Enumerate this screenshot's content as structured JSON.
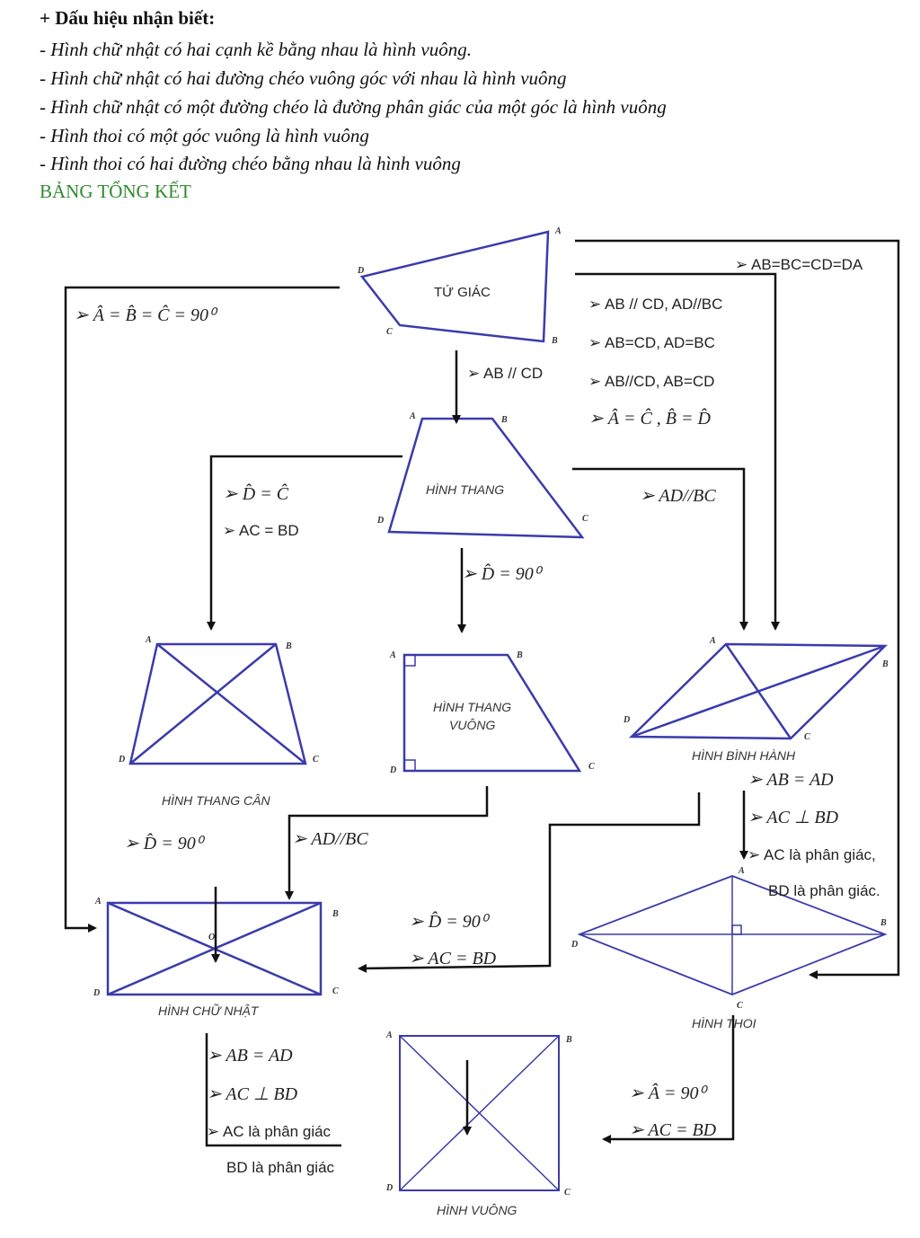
{
  "header": {
    "title": "+ Dấu hiệu nhận biết:",
    "rules": [
      "- Hình chữ nhật có hai cạnh kề bằng nhau là hình vuông.",
      "- Hình chữ nhật có hai đường chéo vuông góc với nhau là hình vuông",
      "- Hình chữ nhật có một đường chéo là đường phân giác của một góc là hình vuông",
      "- Hình thoi có một góc vuông là hình vuông",
      "- Hình thoi có hai đường chéo bằng nhau là hình vuông"
    ],
    "section": "BẢNG TỔNG KẾT"
  },
  "shapes": {
    "tu_giac": "TỨ GIÁC",
    "hinh_thang": "HÌNH THANG",
    "thang_can": "HÌNH THANG CÂN",
    "thang_vuong_1": "HÌNH THANG",
    "thang_vuong_2": "VUÔNG",
    "binh_hanh": "HÌNH BÌNH HÀNH",
    "chu_nhat": "HÌNH CHỮ NHẬT",
    "thoi": "HÌNH THOI",
    "vuong": "HÌNH VUÔNG"
  },
  "vertices": {
    "A": "A",
    "B": "B",
    "C": "C",
    "D": "D",
    "O": "O"
  },
  "conditions": {
    "tg_to_cn": "➢ Â = B̂ = Ĉ = 90⁰",
    "tg_to_thoi": "➢ AB=BC=CD=DA",
    "tg_to_bh": [
      "➢ AB // CD, AD//BC",
      "➢ AB=CD, AD=BC",
      "➢ AB//CD, AB=CD",
      "➢ Â = Ĉ , B̂ = D̂"
    ],
    "tg_to_thang": "➢ AB // CD",
    "thang_to_can": [
      "➢ D̂ = Ĉ",
      "➢ AC = BD"
    ],
    "thang_to_vuong": "➢ D̂ = 90⁰",
    "thang_to_bh": "➢ AD//BC",
    "can_to_cn": "➢ D̂ = 90⁰",
    "tv_to_cn": "➢ AD//BC",
    "bh_to_cn": [
      "➢ D̂ = 90⁰",
      "➢ AC = BD"
    ],
    "bh_to_thoi": [
      "➢ AB = AD",
      "➢ AC ⊥ BD",
      "➢ AC là phân giác,",
      "BD là phân giác."
    ],
    "cn_to_vuong": [
      "➢ AB = AD",
      "➢ AC ⊥ BD",
      "➢ AC là phân giác",
      "BD là phân giác"
    ],
    "thoi_to_vuong": [
      "➢ Â = 90⁰",
      "➢ AC = BD"
    ]
  }
}
